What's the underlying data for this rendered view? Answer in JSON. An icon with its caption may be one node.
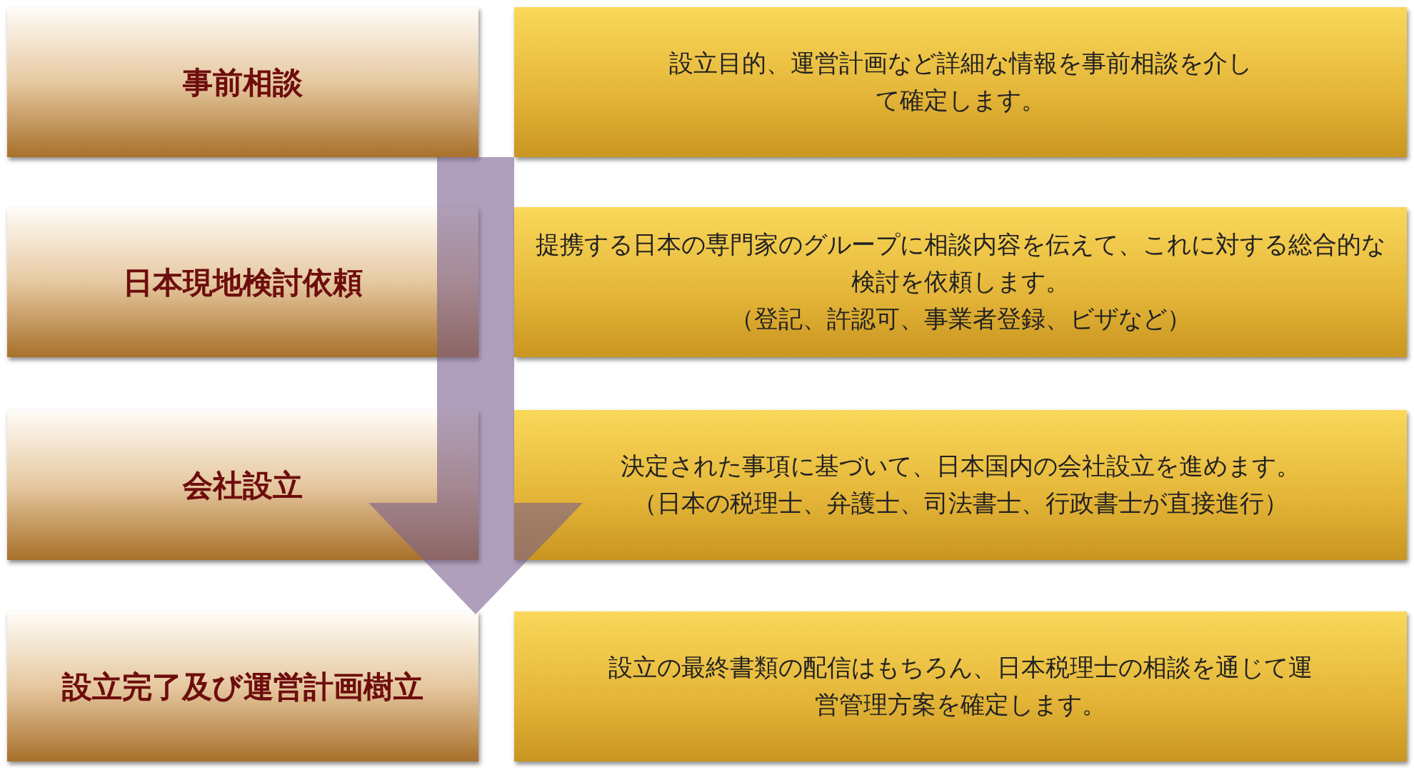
{
  "diagram": {
    "nodes": [
      {
        "text": [
          "事前相談"
        ]
      },
      {
        "text": [
          "日本現地検討依頼"
        ]
      },
      {
        "text": [
          "会社設立"
        ]
      },
      {
        "text": [
          "設立完了及び運営計画樹立"
        ]
      },
      {
        "text": [
          "設立目的、運営計画など詳細な情報を事前相談を介して確定します。"
        ]
      },
      {
        "text": [
          "提携する日本の専門家のグループに相談内容を伝えて、これに対する総合的な検討を依頼します。",
          "（登記、許認可、事業者登録、ビザなど）"
        ]
      },
      {
        "text": [
          "決定された事項に基づいて、日本国内の会社設立を進めます。",
          "（日本の税理士、弁護士、司法書士、行政書士が直接進行）"
        ]
      },
      {
        "text": [
          "設立の最終書類の配信はもちろん、日本税理士の相談を通じて運営管理方案を確定します。"
        ]
      }
    ],
    "edges": [
      {
        "from": 0,
        "to": 3,
        "arrow": "to"
      }
    ]
  }
}
